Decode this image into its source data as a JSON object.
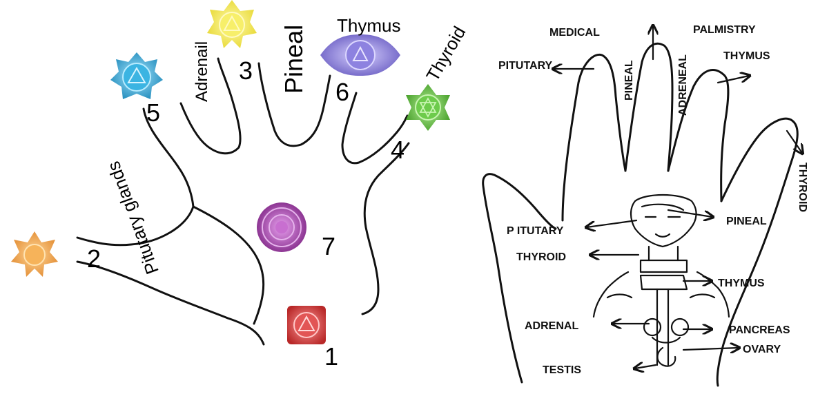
{
  "left_diagram": {
    "labels": {
      "pituitary": "Pitutary glands",
      "adrenal": "Adrenail",
      "pineal": "Pineal",
      "thymus": "Thymus",
      "thyroid": "Thyroid"
    },
    "numbers": {
      "n1": "1",
      "n2": "2",
      "n3": "3",
      "n4": "4",
      "n5": "5",
      "n6": "6",
      "n7": "7"
    },
    "chakra_colors": {
      "root": "#d23b3b",
      "sacral": "#f0a040",
      "solar": "#f3e84a",
      "heart": "#5fbf3a",
      "throat": "#2fa8d8",
      "third_eye": "#8a7fd6",
      "crown": "#9c3fa3"
    }
  },
  "right_diagram": {
    "labels": {
      "medical": "MEDICAL",
      "palmistry": "PALMISTRY",
      "pituitary_finger": "PITUTARY",
      "thymus_finger": "THYMUS",
      "pineal_finger": "PINEAL",
      "adrenal_finger": "ADRENEAL",
      "thyroid_thumb": "THYROID",
      "pituitary_body": "P ITUTARY",
      "pineal_body": "PINEAL",
      "thyroid_body": "THYROID",
      "thymus_body": "THYMUS",
      "adrenal_body": "ADRENAL",
      "pancreas_body": "PANCREAS",
      "ovary_body": "OVARY",
      "testis_body": "TESTIS"
    }
  }
}
